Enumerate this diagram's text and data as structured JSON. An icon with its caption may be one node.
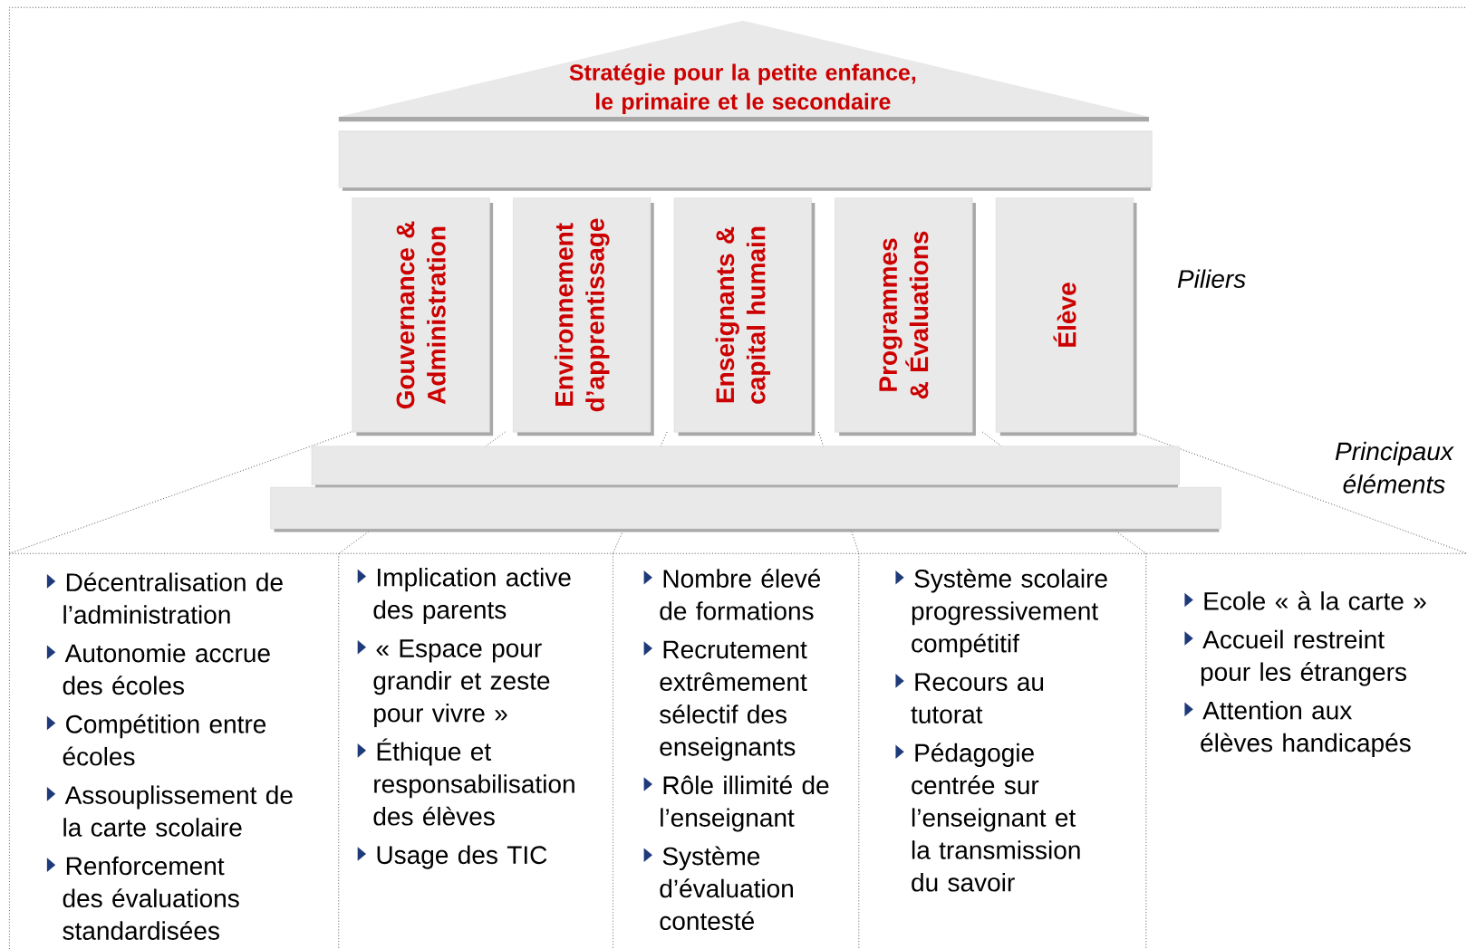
{
  "diagram": {
    "nodes": [
      {
        "text": [
          "Stratégie pour la petite enfance, le primaire et le secondaire"
        ]
      },
      {
        "text": [],
        "shape": "box"
      },
      {
        "text": [
          "Gouvernance & Administration"
        ]
      },
      {
        "text": [
          "Environnement d’apprentissage"
        ]
      },
      {
        "text": [
          "Enseignants & capital humain"
        ]
      },
      {
        "text": [
          "Programmes & Évaluations"
        ]
      },
      {
        "text": [
          "Élève"
        ]
      },
      {
        "text": [],
        "shape": "box"
      },
      {
        "text": [],
        "shape": "box"
      },
      {
        "text": [
          "Décentralisation de l’administration",
          "Autonomie accrue des écoles",
          "Compétition entre écoles",
          "Assouplissement de la carte scolaire",
          "Renforcement des évaluations standardisées"
        ]
      },
      {
        "text": [
          "Implication active des parents",
          "« Espace pour grandir et zeste pour vivre »",
          "Éthique et responsabilisation des élèves",
          "Usage des TIC"
        ]
      },
      {
        "text": [
          "Nombre élevé de formations",
          "Recrutement extrêmement sélectif des enseignants",
          "Rôle illimité de l’enseignant",
          "Système d’évaluation contesté"
        ]
      },
      {
        "text": [
          "Système scolaire progressivement compétitif",
          "Recours au tutorat",
          "Pédagogie centrée sur l’enseignant et la transmission du savoir"
        ]
      },
      {
        "text": [
          "Ecole « à la carte »",
          "Accueil restreint pour les étrangers",
          "Attention aux élèves handicapés"
        ]
      }
    ],
    "labels": [
      "Piliers",
      "Principaux éléments"
    ]
  }
}
